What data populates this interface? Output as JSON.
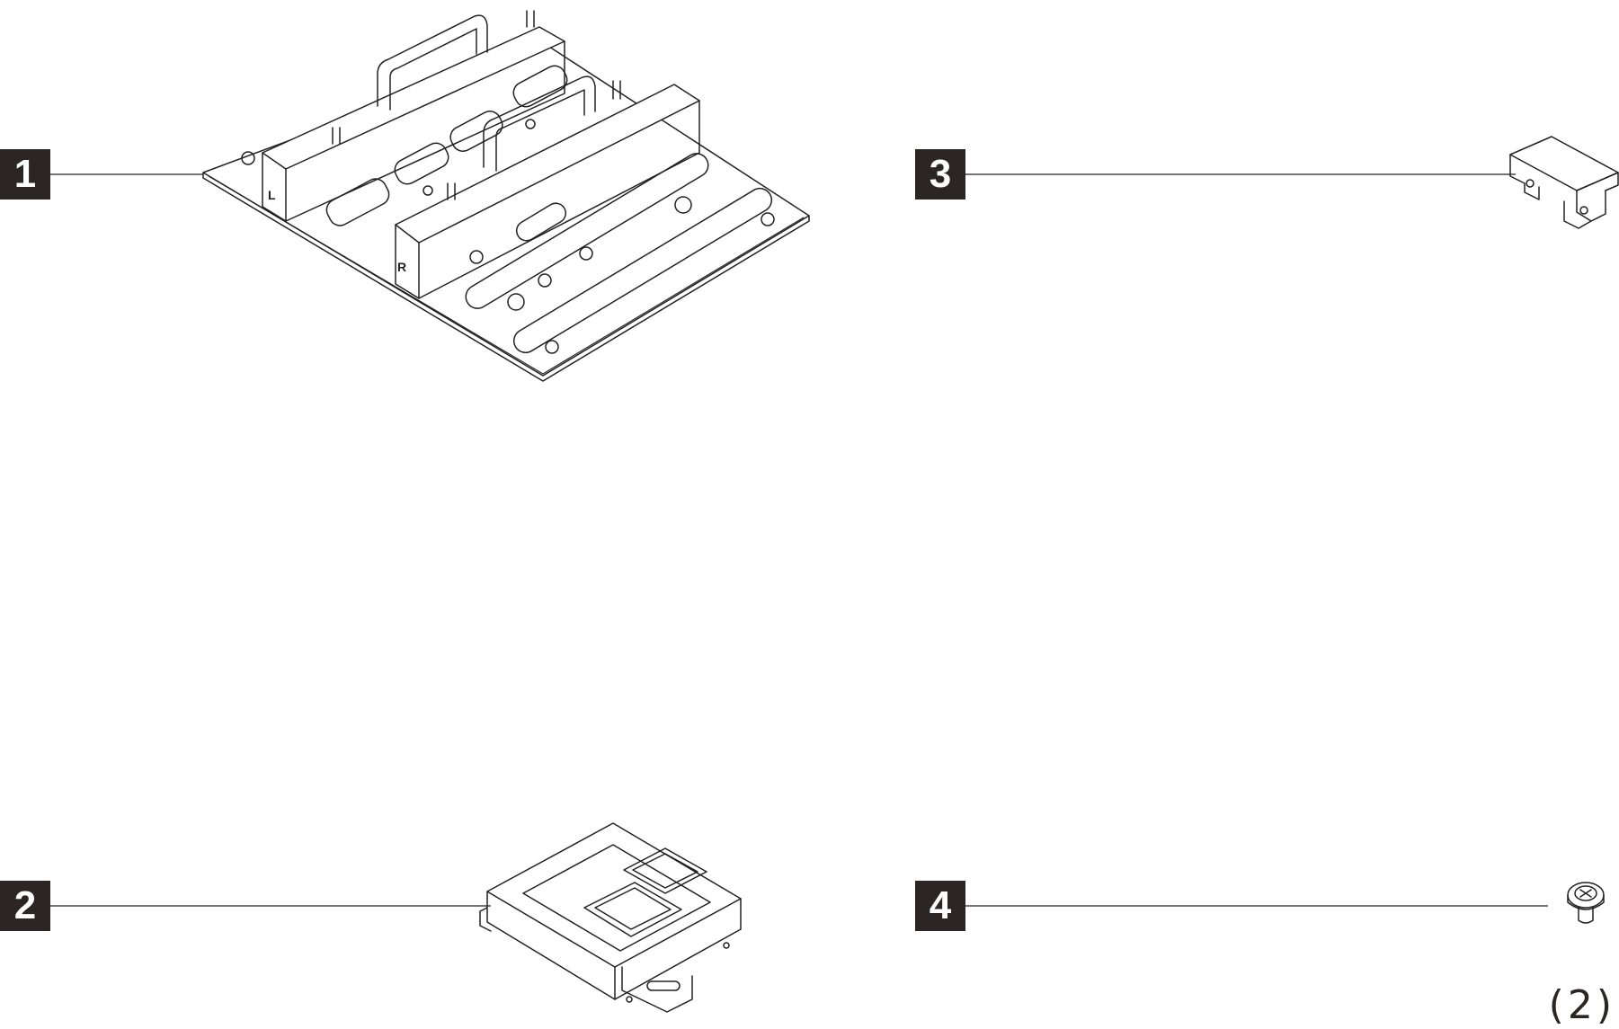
{
  "callouts": [
    {
      "number": "1"
    },
    {
      "number": "2"
    },
    {
      "number": "3"
    },
    {
      "number": "4"
    }
  ],
  "quantity_note": "(2)"
}
